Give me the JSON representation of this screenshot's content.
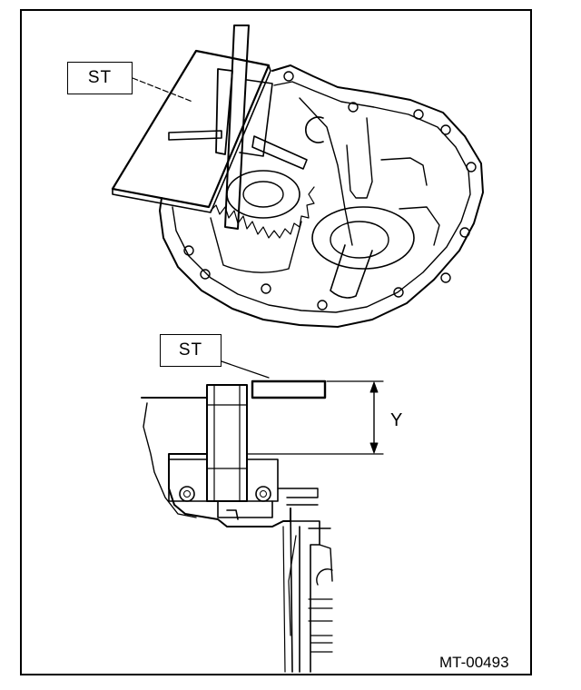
{
  "callouts": {
    "top_tool_label": "ST",
    "bottom_tool_label": "ST",
    "dimension_label": "Y"
  },
  "figure_code": "MT-00493"
}
